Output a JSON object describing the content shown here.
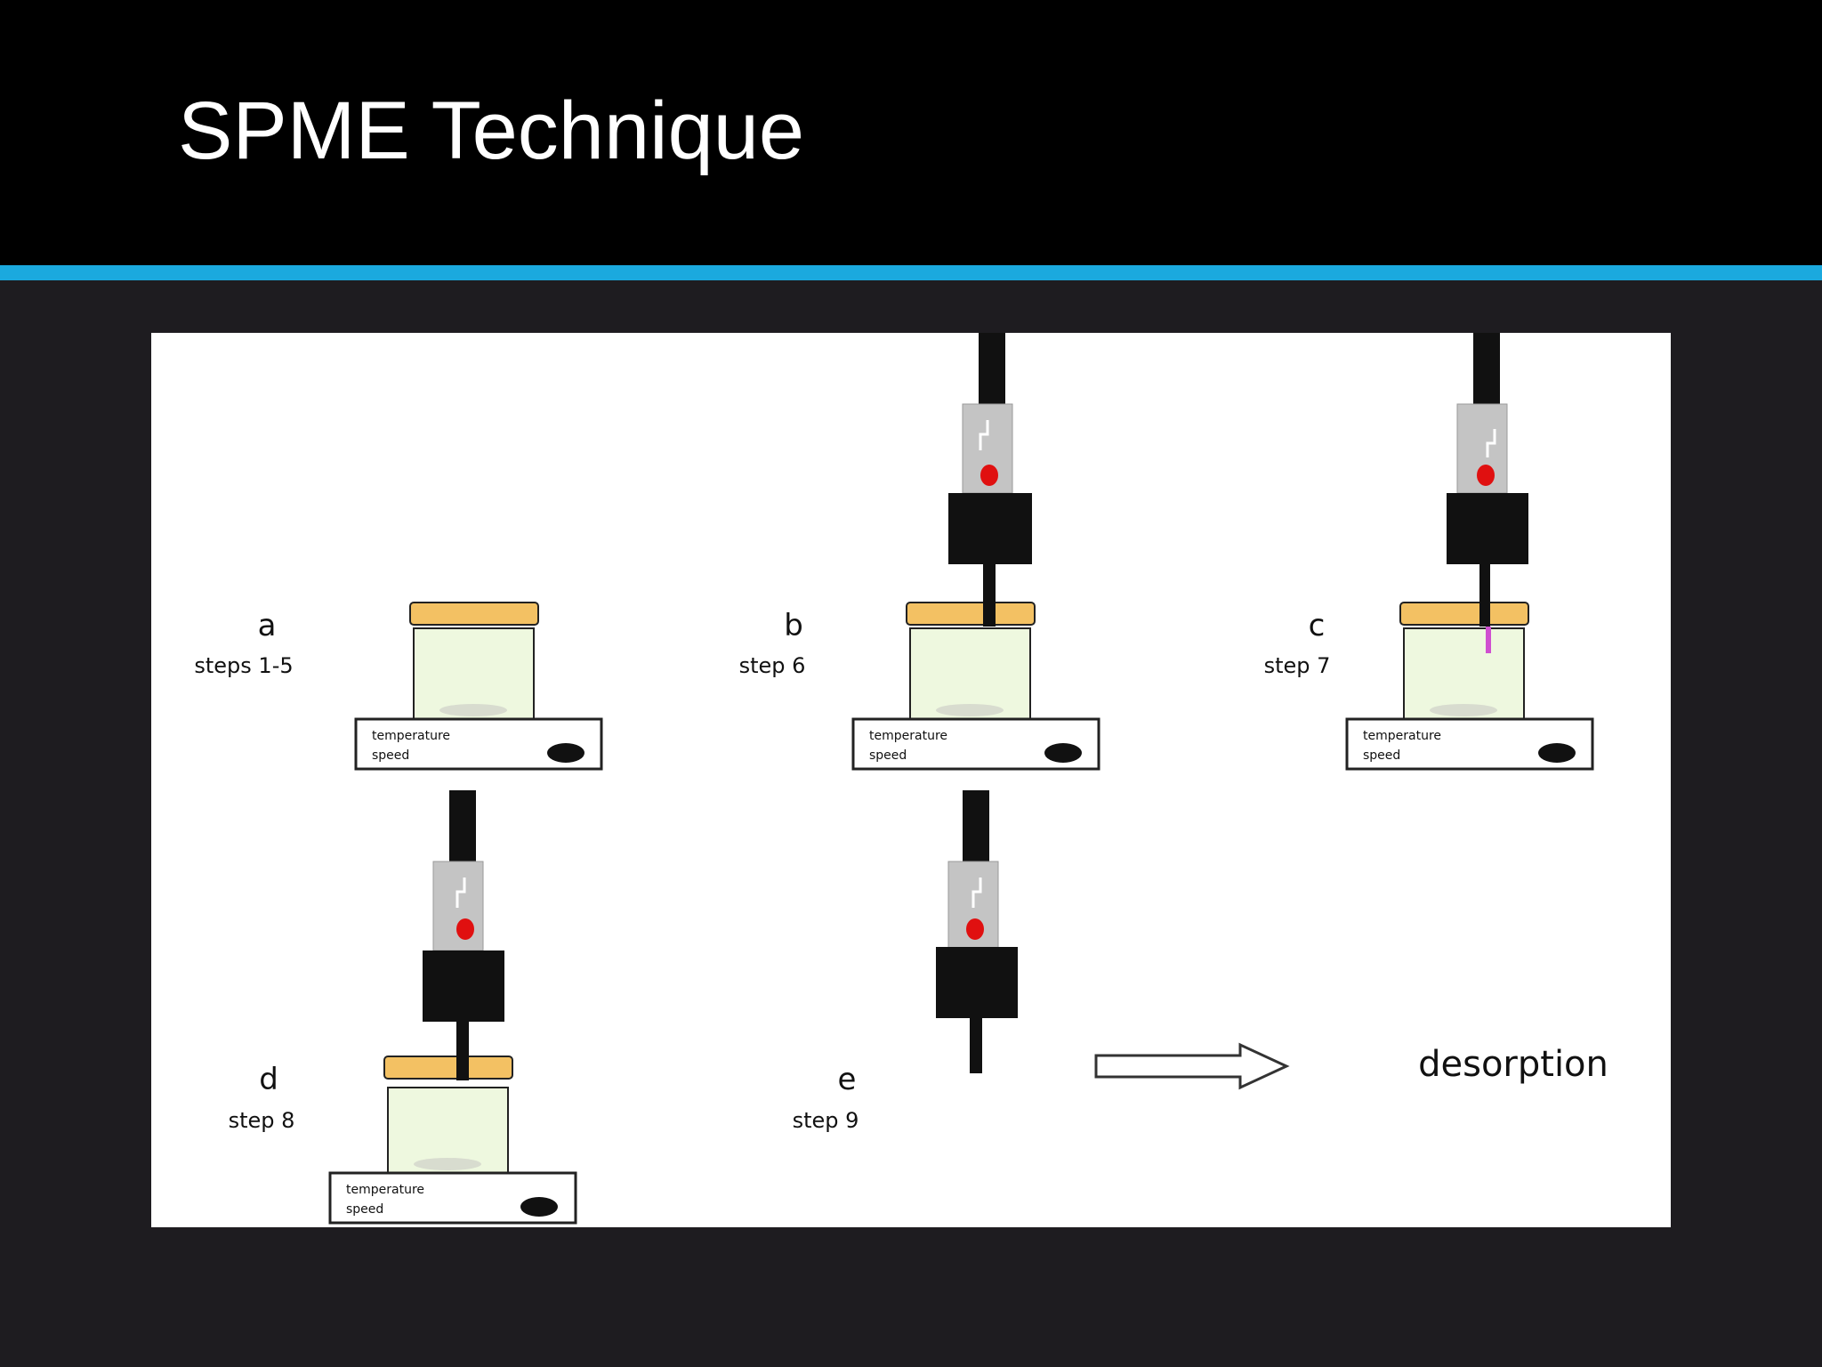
{
  "slide": {
    "title": "SPME Technique",
    "accent_color": "#1ba9de",
    "background_color": "#1e1c20"
  },
  "diagram": {
    "panels": [
      {
        "letter": "a",
        "step": "steps 1-5",
        "has_syringe": false,
        "fiber_exposed": false,
        "has_stirrer": true
      },
      {
        "letter": "b",
        "step": "step 6",
        "has_syringe": true,
        "fiber_exposed": false,
        "has_stirrer": true
      },
      {
        "letter": "c",
        "step": "step 7",
        "has_syringe": true,
        "fiber_exposed": true,
        "has_stirrer": true
      },
      {
        "letter": "d",
        "step": "step 8",
        "has_syringe": true,
        "fiber_exposed": false,
        "has_stirrer": true
      },
      {
        "letter": "e",
        "step": "step 9",
        "has_syringe": true,
        "fiber_exposed": false,
        "has_stirrer": false
      }
    ],
    "stirrer_labels": {
      "temperature": "temperature",
      "speed": "speed"
    },
    "arrow_label": "desorption",
    "colors": {
      "vial_liquid": "#eef8df",
      "cap": "#f3c163",
      "plunger_marker": "#e01010",
      "fiber": "#d04fd0",
      "syringe_barrel": "#c4c4c4"
    }
  }
}
